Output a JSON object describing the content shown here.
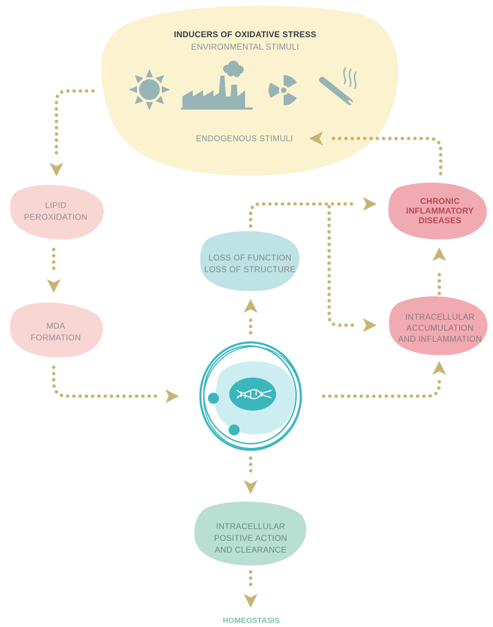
{
  "inducers": {
    "title": "INDUCERS OF OXIDATIVE STRESS",
    "environmental": "ENVIRONMENTAL STIMULI",
    "endogenous": "ENDOGENOUS STIMULI",
    "icons": [
      "sun-icon",
      "factory-icon",
      "radiation-icon",
      "cigarette-icon"
    ]
  },
  "nodes": {
    "lipid": [
      "LIPID",
      "PEROXIDATION"
    ],
    "mda": [
      "MDA",
      "FORMATION"
    ],
    "loss": [
      "LOSS OF FUNCTION",
      "LOSS OF STRUCTURE"
    ],
    "chronic": [
      "CHRONIC",
      "INFLAMMATORY",
      "DISEASES"
    ],
    "accumulation": [
      "INTRACELLULAR",
      "ACCUMULATION",
      "AND INFLAMMATION"
    ],
    "positive": [
      "INTRACELLULAR",
      "POSITIVE ACTION",
      "AND CLEARANCE"
    ],
    "homeostasis": "HOMEOSTASIS"
  },
  "colors": {
    "cloud": "#fbf2cf",
    "pink": "#f8d6d4",
    "blue": "#bfe2e4",
    "rose": "#f1aab1",
    "green": "#b8dfd1",
    "arrow": "#c8b372",
    "icon": "#96b3b5",
    "cell": "#3bb6bd"
  }
}
